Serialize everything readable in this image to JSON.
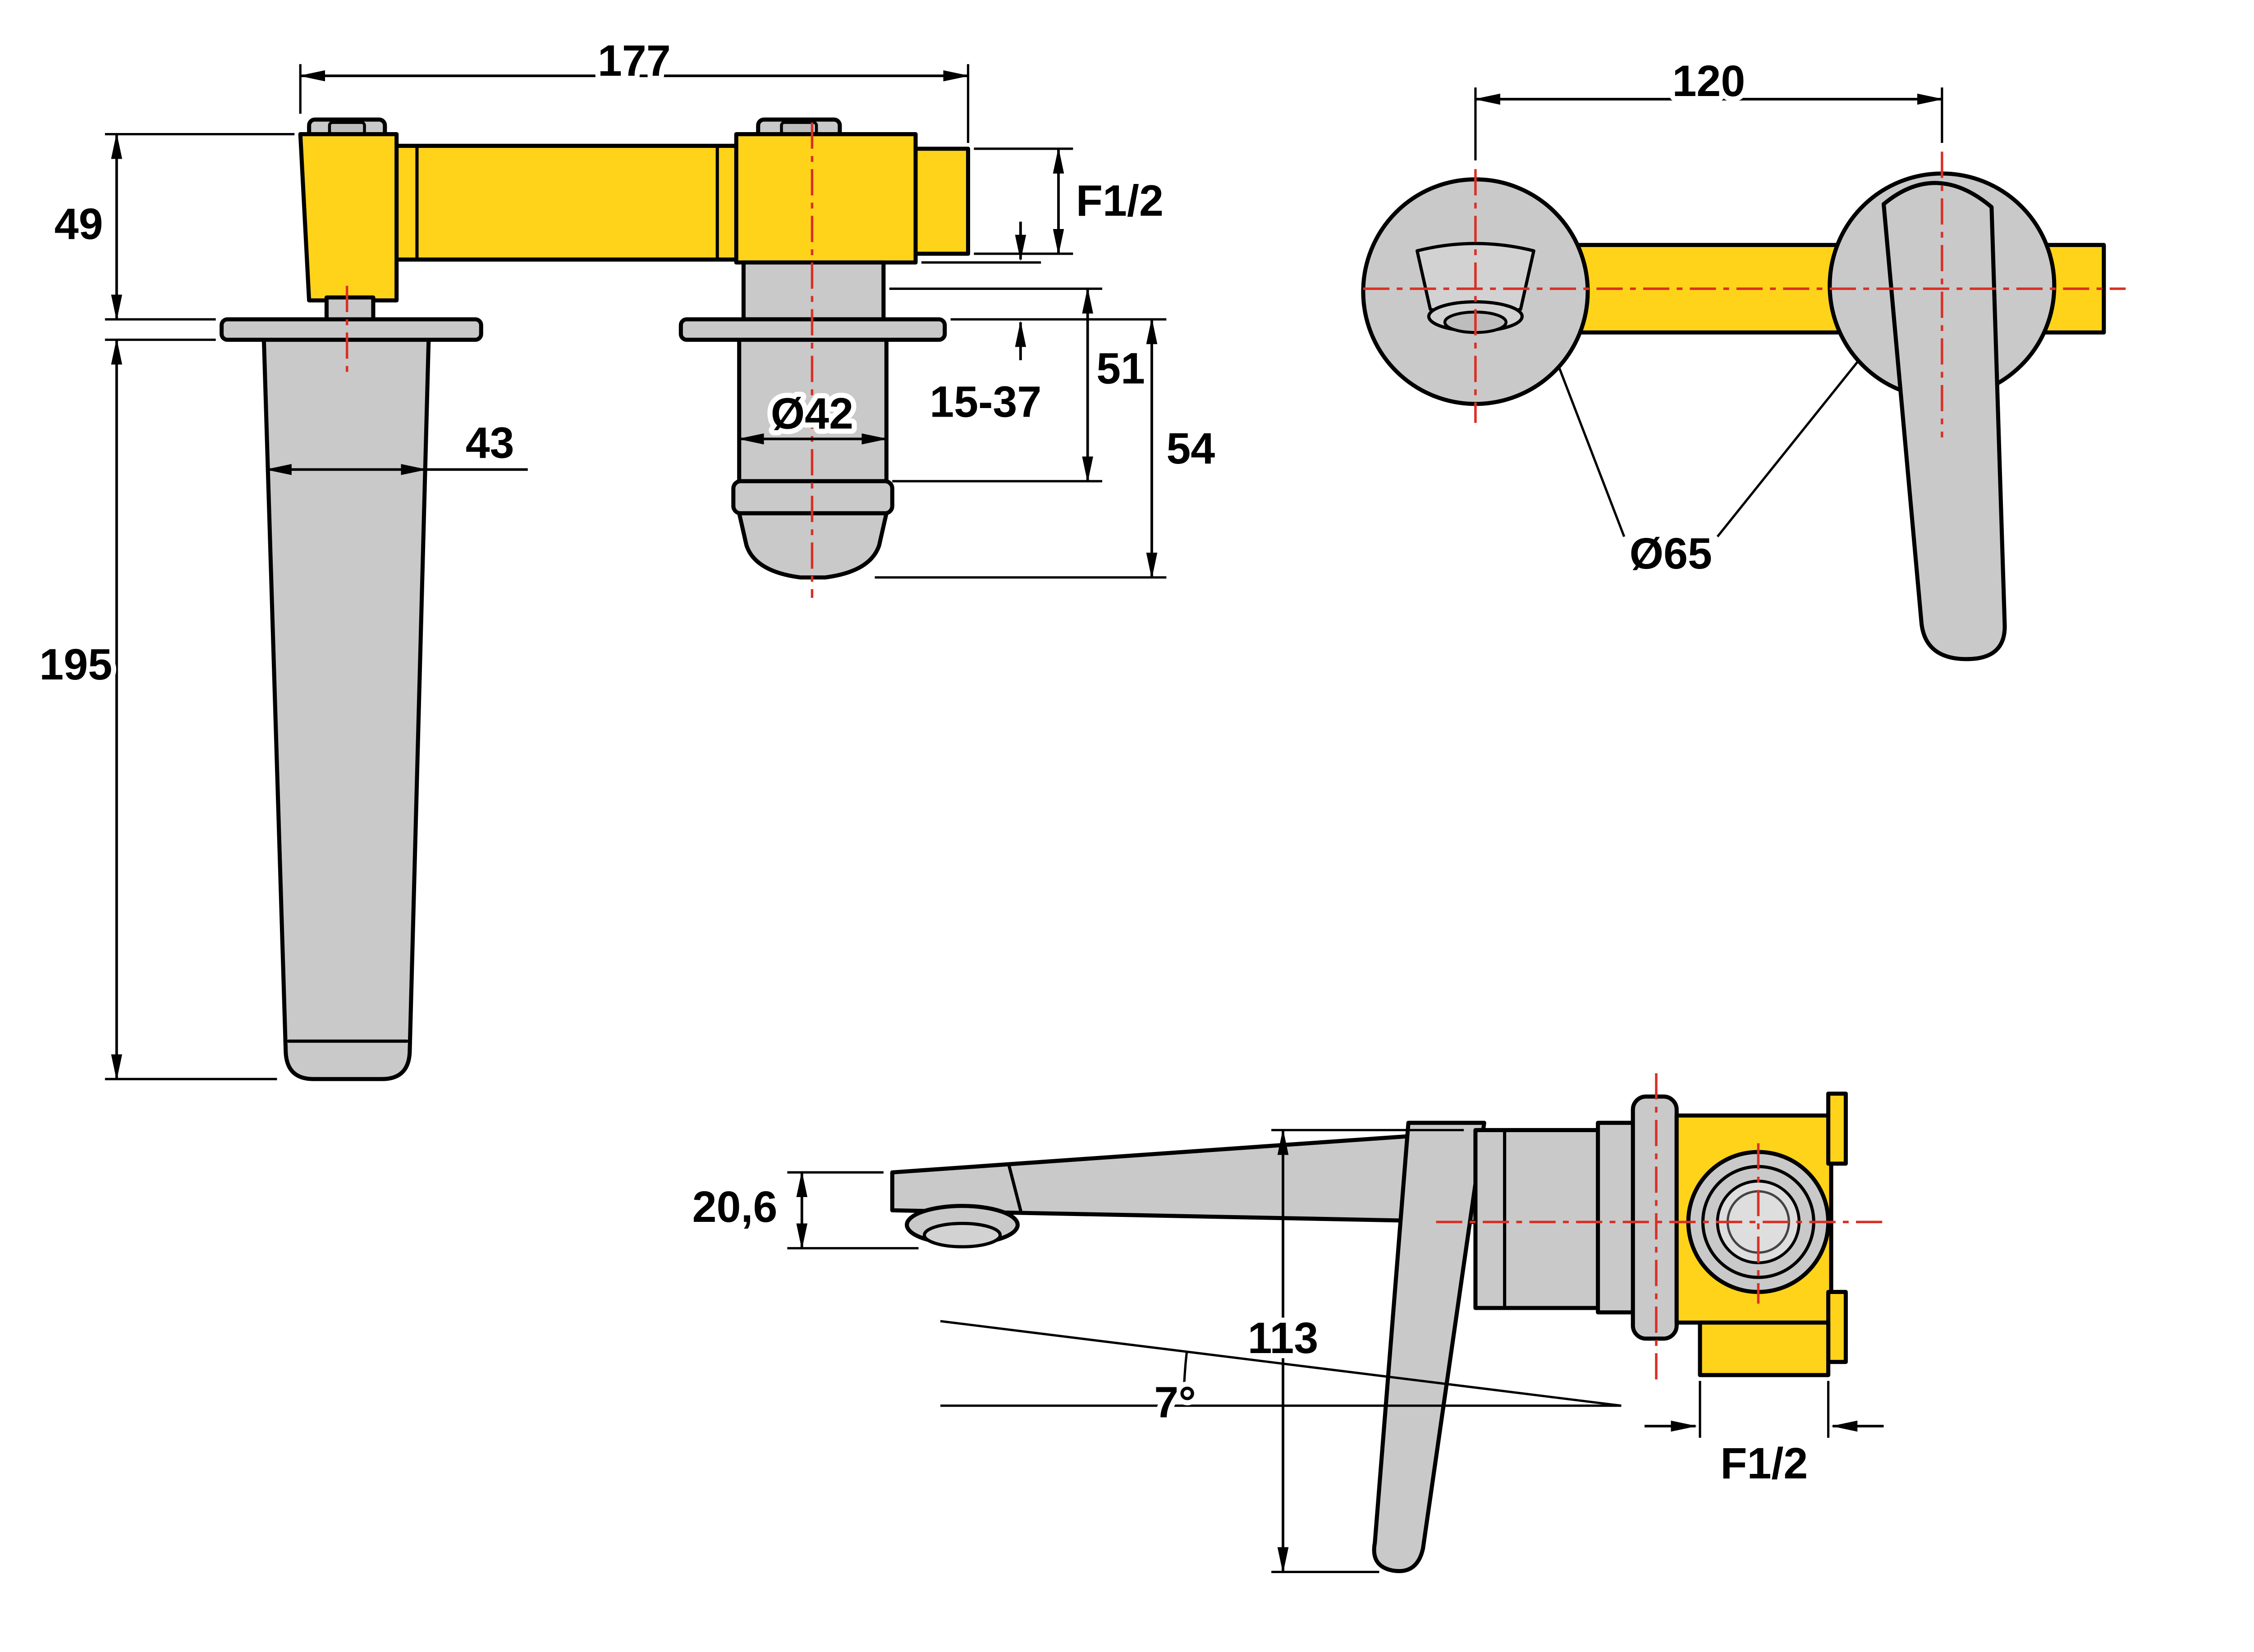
{
  "drawing_type": "faucet technical dimension drawing",
  "colors": {
    "body_yellow": "#FFD31A",
    "chrome_gray": "#C9C9C9",
    "outline_black": "#000000",
    "centerline_red": "#D93025"
  },
  "views": {
    "front": {
      "dims": {
        "overall_width": "177",
        "body_height": "49",
        "thread": "F1/2",
        "outlet_length": "51",
        "wall_range": "15-37",
        "outlet_total": "54",
        "spout_diameter": "Ø42",
        "handle_width": "43",
        "handle_length": "195"
      }
    },
    "plates": {
      "dims": {
        "center_distance": "120",
        "plate_diameter": "Ø65"
      }
    },
    "profile": {
      "dims": {
        "tip_height": "20,6",
        "drop_height": "113",
        "spout_angle": "7°",
        "thread": "F1/2"
      }
    }
  }
}
